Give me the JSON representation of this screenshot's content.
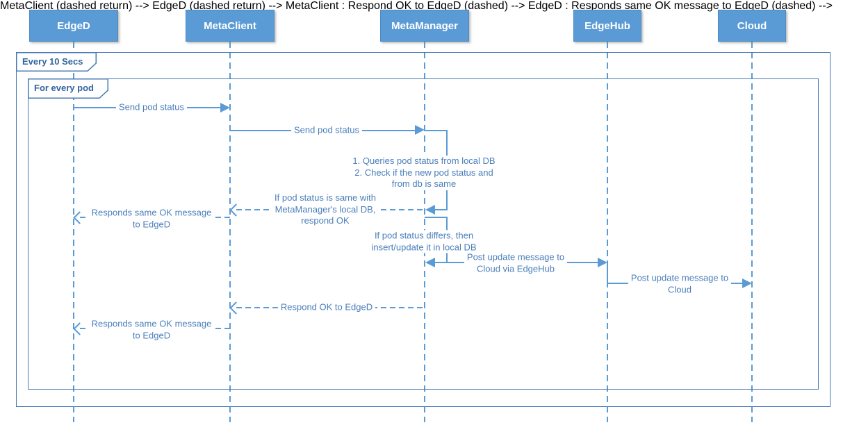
{
  "colors": {
    "boxFill": "#5b9bd5",
    "boxText": "#ffffff",
    "line": "#5b9bd5",
    "text": "#4a7ebb",
    "frame": "#4778b3",
    "frameText": "#31659e"
  },
  "actors": [
    {
      "label": "EdgeD"
    },
    {
      "label": "MetaClient"
    },
    {
      "label": "MetaManager"
    },
    {
      "label": "EdgeHub"
    },
    {
      "label": "Cloud"
    }
  ],
  "fragments": [
    {
      "label": "Every 10 Secs"
    },
    {
      "label": "For every pod"
    }
  ],
  "messages": [
    {
      "from": "EdgeD",
      "to": "MetaClient",
      "type": "solid",
      "label": "Send pod status"
    },
    {
      "from": "MetaClient",
      "to": "MetaManager",
      "type": "solid",
      "label": "Send pod status"
    },
    {
      "from": "MetaManager",
      "to": "MetaClient",
      "type": "dashed-return",
      "label": "If pod status is same with\nMetaManager's local DB,\nrespond OK"
    },
    {
      "from": "MetaClient",
      "to": "EdgeD",
      "type": "dashed-return",
      "label": "Responds same OK message\nto EdgeD"
    },
    {
      "from": "MetaManager",
      "to": "EdgeHub",
      "type": "solid",
      "label": "Post update message to\nCloud via EdgeHub"
    },
    {
      "from": "EdgeHub",
      "to": "Cloud",
      "type": "solid",
      "label": "Post update message to\nCloud"
    },
    {
      "from": "MetaManager",
      "to": "MetaClient",
      "type": "dashed-return",
      "label": "Respond OK to EdgeD"
    },
    {
      "from": "MetaClient",
      "to": "EdgeD",
      "type": "dashed-return",
      "label": "Responds same OK message\nto EdgeD"
    }
  ],
  "self_notes": [
    {
      "actor": "MetaManager",
      "label": "1. Queries pod status from local DB\n2. Check if the new pod status and\nfrom db is same"
    },
    {
      "actor": "MetaManager",
      "label": "If pod status differs, then\ninsert/update it in local DB"
    }
  ]
}
